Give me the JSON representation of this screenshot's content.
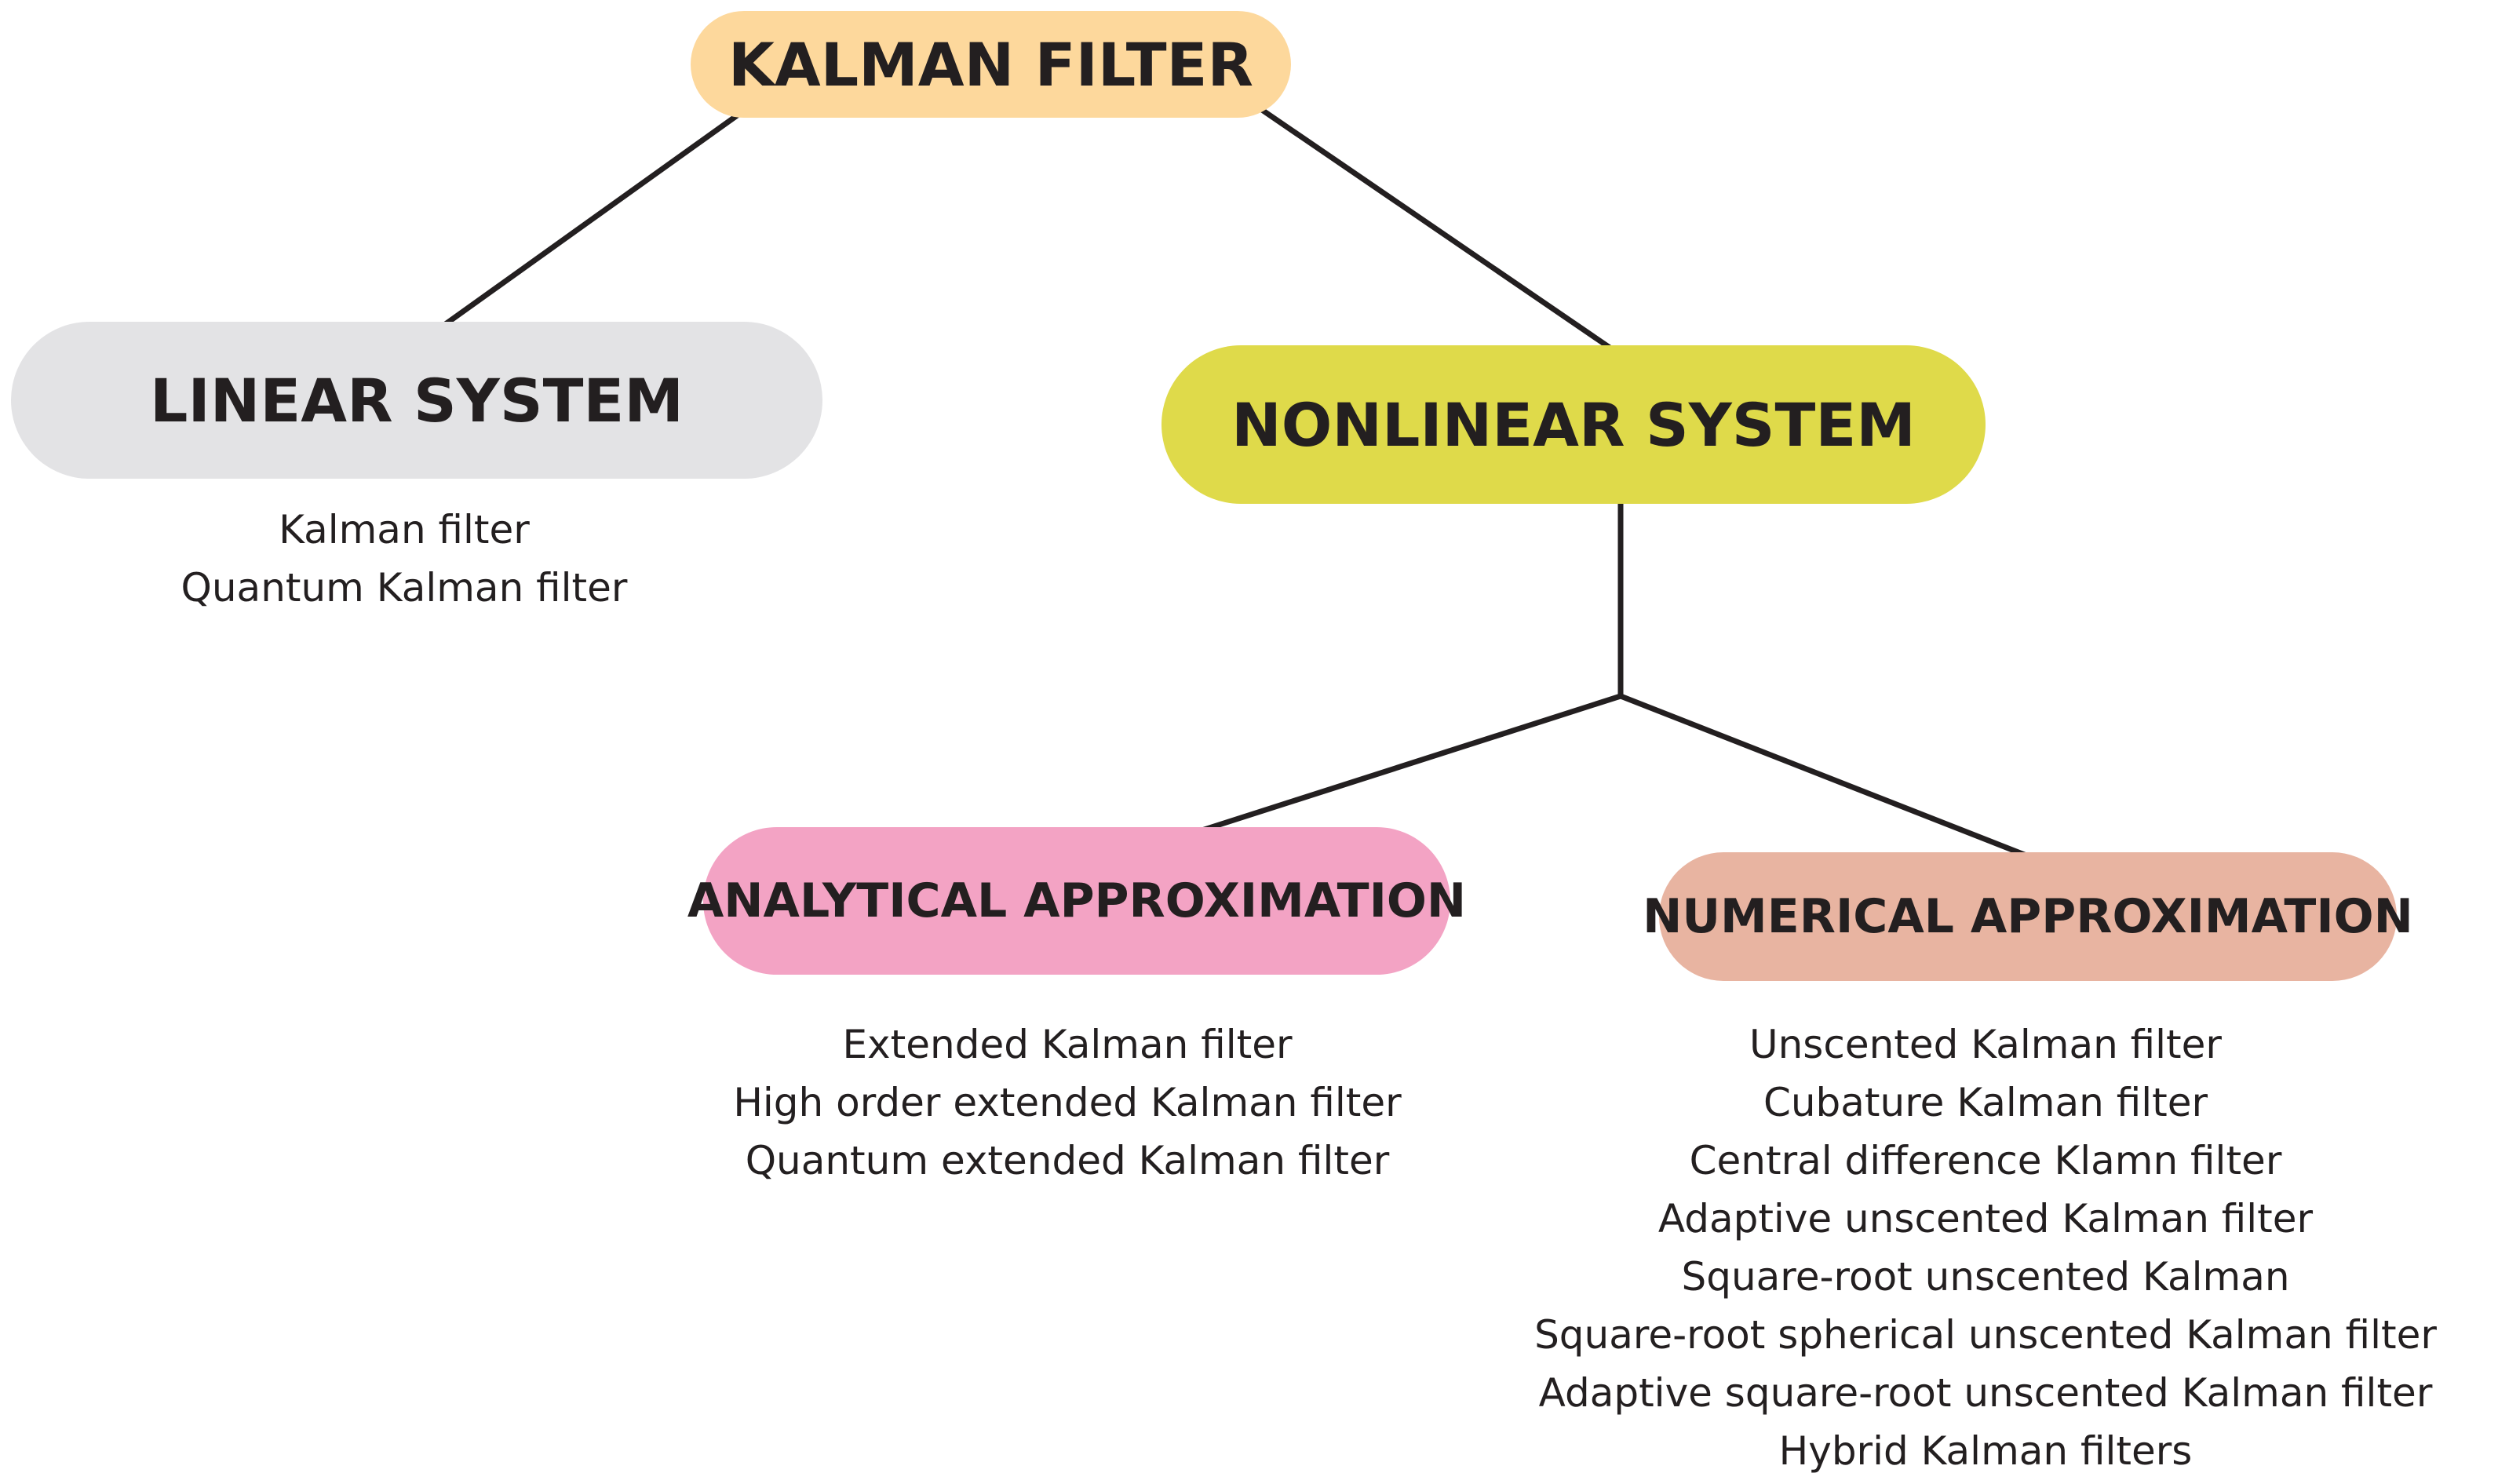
{
  "colors": {
    "root": "#fdd89c",
    "linear": "#e3e3e5",
    "nonlinear": "#dfda4a",
    "analytical": "#f3a3c4",
    "numerical": "#e8b4a1",
    "line": "#231f20"
  },
  "root": {
    "label": "KALMAN FILTER"
  },
  "linear": {
    "label": "LINEAR SYSTEM",
    "methods": [
      "Kalman filter",
      "Quantum Kalman filter"
    ]
  },
  "nonlinear": {
    "label": "NONLINEAR SYSTEM"
  },
  "analytical": {
    "label": "ANALYTICAL APPROXIMATION",
    "methods": [
      "Extended Kalman filter",
      "High order extended Kalman filter",
      "Quantum extended Kalman filter"
    ]
  },
  "numerical": {
    "label": "NUMERICAL APPROXIMATION",
    "methods": [
      "Unscented Kalman filter",
      "Cubature Kalman filter",
      "Central difference Klamn filter",
      "Adaptive unscented Kalman filter",
      "Square-root unscented Kalman",
      "Square-root spherical unscented Kalman filter",
      "Adaptive square-root unscented Kalman filter",
      "Hybrid Kalman filters"
    ]
  }
}
